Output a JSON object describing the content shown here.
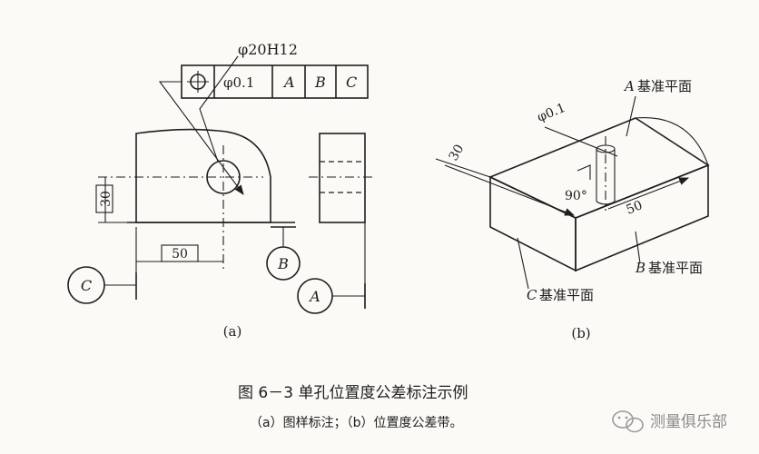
{
  "fig_a": {
    "hole_size": "φ20H12",
    "frame": {
      "symbol_icon": "position-tolerance-icon",
      "tolerance": "φ0.1",
      "datum1": "A",
      "datum2": "B",
      "datum3": "C"
    },
    "dim_height": "30",
    "dim_width": "50",
    "datum_b": "B",
    "datum_c": "C",
    "datum_a": "A",
    "label": "(a)"
  },
  "fig_b": {
    "tol_zone": "φ0.1",
    "dim_30": "30",
    "dim_50": "50",
    "angle": "90°",
    "plane_a_letter": "A",
    "plane_a_text": "基准平面",
    "plane_b_letter": "B",
    "plane_b_text": "基准平面",
    "plane_c_letter": "C",
    "plane_c_text": "基准平面",
    "label": "(b)"
  },
  "caption": {
    "title": "图 6－3   单孔位置度公差标注示例",
    "subtitle": "（a）图样标注；（b）位置度公差带。"
  },
  "watermark": {
    "icon": "wechat-icon",
    "text": "测量俱乐部"
  }
}
